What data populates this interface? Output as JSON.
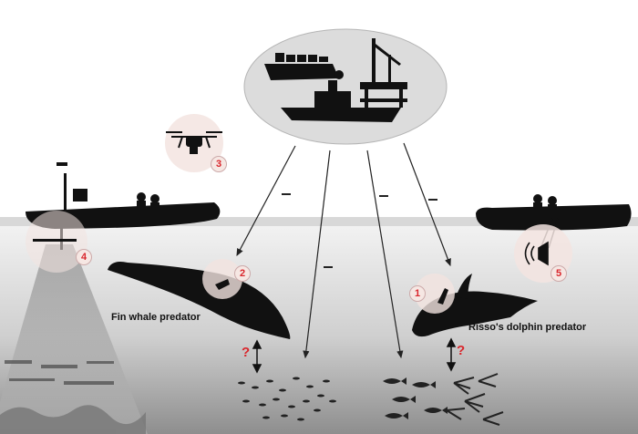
{
  "labels": {
    "fin_whale": "Fin whale predator",
    "risso": "Risso's dolphin predator"
  },
  "markers": [
    "1",
    "2",
    "3",
    "4",
    "5"
  ],
  "question_mark": "?",
  "colors": {
    "marker_red": "#d9262c",
    "silhouette": "#111111",
    "sea_gradient_top": "#f2f2f2",
    "sea_gradient_bottom": "#8f8f8f",
    "cloud": "#dcdcdc"
  },
  "icons": [
    "cargo-ship-icon",
    "oil-rig-icon",
    "patrol-vessel-icon",
    "drone-icon",
    "echosounder-icon",
    "hydrophone-icon",
    "tag-icon"
  ]
}
